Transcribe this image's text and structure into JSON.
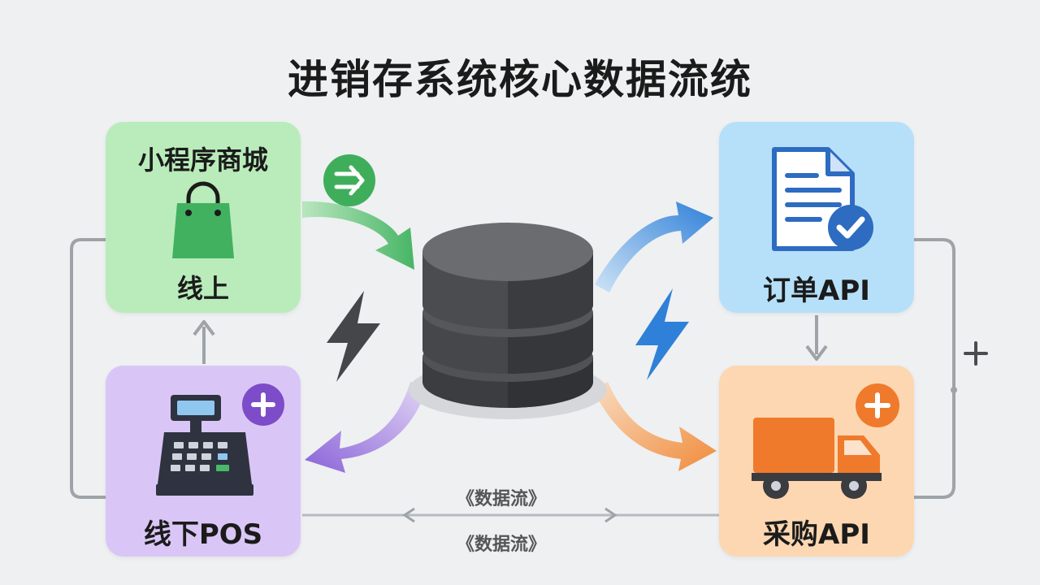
{
  "title": "进销存系统核心数据流统",
  "nodes": {
    "mall": {
      "title": "小程序商城",
      "subtitle": "线上"
    },
    "pos": {
      "title": "线下POS"
    },
    "order": {
      "title": "订单API"
    },
    "purchase": {
      "title": "采购API"
    }
  },
  "flow_labels": [
    "《数据流》",
    "《数据流》"
  ],
  "plus_symbol": "+",
  "colors": {
    "green": "#3fae5a",
    "purple": "#8a63d8",
    "blue": "#2f80d8",
    "orange": "#f08b3a",
    "db": "#4a4c50",
    "line": "#9ea3a8"
  },
  "icons": [
    "shopping-bag-icon",
    "forward-arrow-icon",
    "database-icon",
    "lightning-icon",
    "document-check-icon",
    "cash-register-icon",
    "plus-icon",
    "truck-icon"
  ]
}
